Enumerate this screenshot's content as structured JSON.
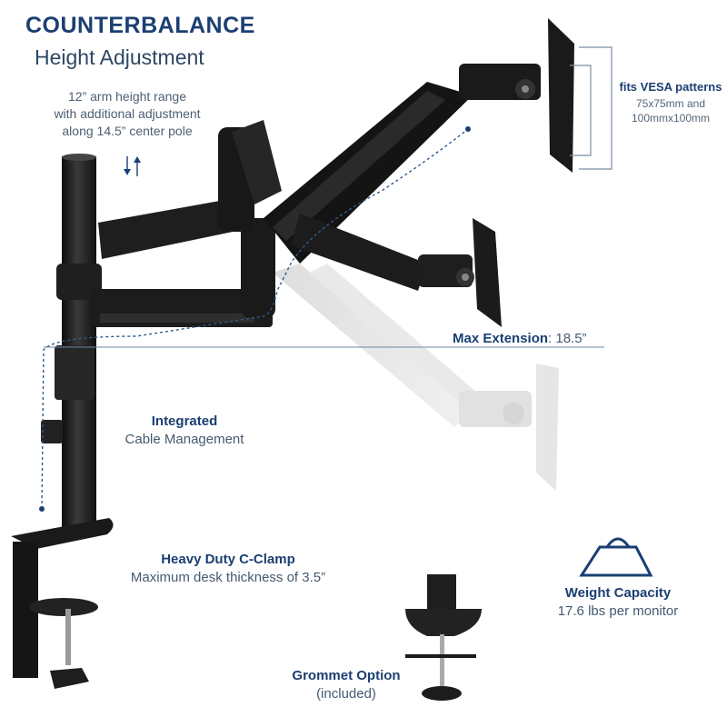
{
  "header": {
    "title": "COUNTERBALANCE",
    "subtitle": "Height Adjustment"
  },
  "height_note": {
    "lines": [
      "12” arm height range",
      "with additional adjustment",
      "along 14.5” center pole"
    ],
    "icon": "up-down-arrows-icon"
  },
  "vesa": {
    "heading": "fits VESA patterns",
    "line1": "75x75mm and",
    "line2": "100mmx100mm"
  },
  "extension": {
    "label": "Max Extension",
    "value": ": 18.5”"
  },
  "cable": {
    "heading": "Integrated",
    "text": "Cable Management"
  },
  "clamp": {
    "heading": "Heavy Duty C-Clamp",
    "text": "Maximum desk thickness of 3.5”"
  },
  "weight": {
    "heading": "Weight Capacity",
    "text": "17.6 lbs per monitor",
    "icon": "weight-icon"
  },
  "grommet": {
    "heading": "Grommet Option",
    "text": "(included)"
  },
  "colors": {
    "brand_navy": "#1b3f72",
    "body_text": "#4d5f72",
    "product_black": "#1a1a1a",
    "guide_line": "#5b7ea3"
  }
}
